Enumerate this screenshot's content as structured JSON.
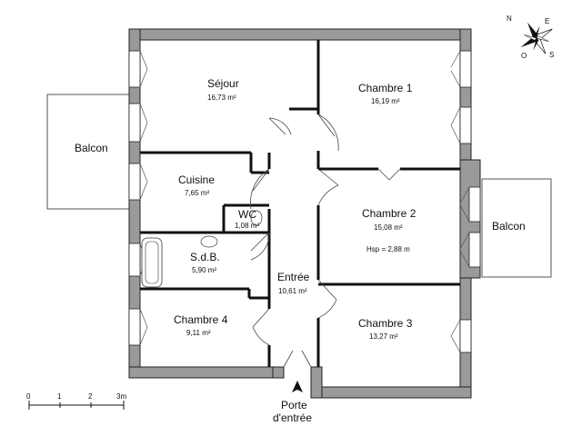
{
  "rooms": {
    "sejour": {
      "name": "Séjour",
      "area": "16,73 m²"
    },
    "chambre1": {
      "name": "Chambre 1",
      "area": "16,19 m²"
    },
    "cuisine": {
      "name": "Cuisine",
      "area": "7,65 m²"
    },
    "wc": {
      "name": "WC",
      "area": "1,08 m²"
    },
    "chambre2": {
      "name": "Chambre 2",
      "area": "15,08 m²",
      "note": "Hsp = 2,88 m"
    },
    "sdb": {
      "name": "S.d.B.",
      "area": "5,90 m²"
    },
    "entree": {
      "name": "Entrée",
      "area": "10,61 m²"
    },
    "chambre4": {
      "name": "Chambre 4",
      "area": "9,11 m²"
    },
    "chambre3": {
      "name": "Chambre 3",
      "area": "13,27 m²"
    }
  },
  "balcony_left": "Balcon",
  "balcony_right": "Balcon",
  "entrance": {
    "line1": "Porte",
    "line2": "d'entrée"
  },
  "scale": {
    "ticks": [
      "0",
      "1",
      "2",
      "3m"
    ]
  },
  "compass": {
    "n": "N",
    "o": "O",
    "e": "E",
    "s": "S"
  },
  "colors": {
    "wall": "#9a9a9a",
    "line": "#111111"
  }
}
